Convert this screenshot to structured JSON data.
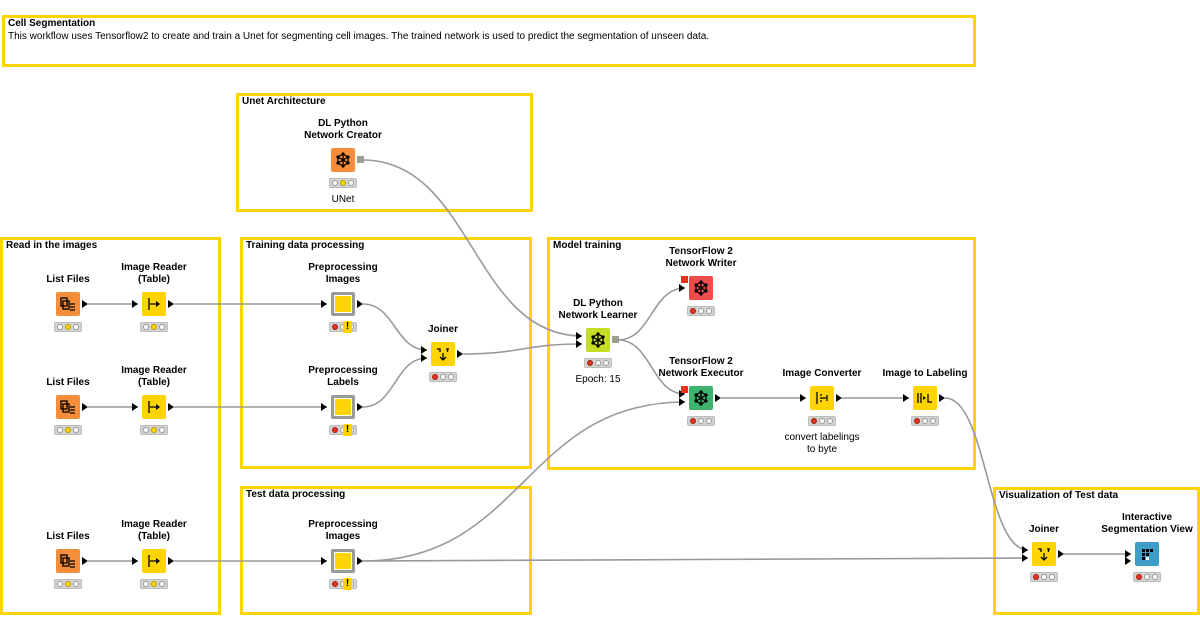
{
  "workflow": {
    "title": "Cell Segmentation",
    "description": "This workflow uses Tensorflow2 to create and train a Unet for segmenting cell images. The trained network is used to predict the segmentation of unseen data."
  },
  "colors": {
    "annotation_border": "#ffd400",
    "manipulator": "#ffd400",
    "source": "#f58e3b",
    "learner": "#c5dd25",
    "predictor": "#3fb46f",
    "sink": "#ef4d4d",
    "visualizer": "#3d9dc6",
    "light_red": "#e8321a",
    "light_yellow": "#ffd400",
    "connection": "#999999"
  },
  "annotations": [
    {
      "id": "unet",
      "title": "Unet Architecture"
    },
    {
      "id": "read",
      "title": "Read in the images"
    },
    {
      "id": "train",
      "title": "Training data processing"
    },
    {
      "id": "model",
      "title": "Model training"
    },
    {
      "id": "test",
      "title": "Test data processing"
    },
    {
      "id": "vis",
      "title": "Visualization of Test data"
    }
  ],
  "nodes": [
    {
      "id": "dlcreator",
      "name": [
        "DL Python",
        "Network Creator"
      ],
      "label": "UNet",
      "kind": "source",
      "icon": "network-icon",
      "status": "yellow"
    },
    {
      "id": "lf1",
      "name": [
        "List Files"
      ],
      "label": "",
      "kind": "source",
      "icon": "list-files-icon",
      "status": "yellow"
    },
    {
      "id": "ir1",
      "name": [
        "Image Reader",
        "(Table)"
      ],
      "label": "",
      "kind": "manipulator",
      "icon": "image-reader-icon",
      "status": "yellow"
    },
    {
      "id": "lf2",
      "name": [
        "List Files"
      ],
      "label": "",
      "kind": "source",
      "icon": "list-files-icon",
      "status": "yellow"
    },
    {
      "id": "ir2",
      "name": [
        "Image Reader",
        "(Table)"
      ],
      "label": "",
      "kind": "manipulator",
      "icon": "image-reader-icon",
      "status": "yellow"
    },
    {
      "id": "lf3",
      "name": [
        "List Files"
      ],
      "label": "",
      "kind": "source",
      "icon": "list-files-icon",
      "status": "yellow"
    },
    {
      "id": "ir3",
      "name": [
        "Image Reader",
        "(Table)"
      ],
      "label": "",
      "kind": "manipulator",
      "icon": "image-reader-icon",
      "status": "yellow"
    },
    {
      "id": "ppimg",
      "name": [
        "Preprocessing",
        "Images"
      ],
      "label": "",
      "kind": "metanode",
      "icon": "metanode-icon",
      "status": "warning"
    },
    {
      "id": "pplab",
      "name": [
        "Preprocessing",
        "Labels"
      ],
      "label": "",
      "kind": "metanode",
      "icon": "metanode-icon",
      "status": "warning"
    },
    {
      "id": "joiner1",
      "name": [
        "Joiner"
      ],
      "label": "",
      "kind": "manipulator",
      "icon": "joiner-icon",
      "status": "red"
    },
    {
      "id": "dllearner",
      "name": [
        "DL Python",
        "Network Learner"
      ],
      "label": "Epoch: 15",
      "kind": "learner",
      "icon": "network-icon",
      "status": "red"
    },
    {
      "id": "tfwriter",
      "name": [
        "TensorFlow 2",
        "Network Writer"
      ],
      "label": "",
      "kind": "sink",
      "icon": "network-icon",
      "status": "red"
    },
    {
      "id": "tfexec",
      "name": [
        "TensorFlow 2",
        "Network Executor"
      ],
      "label": "",
      "kind": "predictor",
      "icon": "network-icon",
      "status": "red"
    },
    {
      "id": "imgconv",
      "name": [
        "Image Converter"
      ],
      "label": "convert labelings to byte",
      "kind": "manipulator",
      "icon": "image-converter-icon",
      "status": "red"
    },
    {
      "id": "img2lab",
      "name": [
        "Image to Labeling"
      ],
      "label": "",
      "kind": "manipulator",
      "icon": "image-to-labeling-icon",
      "status": "red"
    },
    {
      "id": "pptest",
      "name": [
        "Preprocessing",
        "Images"
      ],
      "label": "",
      "kind": "metanode",
      "icon": "metanode-icon",
      "status": "warning"
    },
    {
      "id": "joiner2",
      "name": [
        "Joiner"
      ],
      "label": "",
      "kind": "manipulator",
      "icon": "joiner-icon",
      "status": "red"
    },
    {
      "id": "segview",
      "name": [
        "Interactive",
        "Segmentation View"
      ],
      "label": "",
      "kind": "visualizer",
      "icon": "segmentation-view-icon",
      "status": "red"
    }
  ],
  "connections": [
    [
      "lf1",
      "ir1"
    ],
    [
      "ir1",
      "ppimg"
    ],
    [
      "ppimg",
      "joiner1"
    ],
    [
      "lf2",
      "ir2"
    ],
    [
      "ir2",
      "pplab"
    ],
    [
      "pplab",
      "joiner1"
    ],
    [
      "joiner1",
      "dllearner"
    ],
    [
      "dlcreator",
      "dllearner"
    ],
    [
      "dllearner",
      "tfwriter"
    ],
    [
      "dllearner",
      "tfexec"
    ],
    [
      "tfexec",
      "imgconv"
    ],
    [
      "imgconv",
      "img2lab"
    ],
    [
      "lf3",
      "ir3"
    ],
    [
      "ir3",
      "pptest"
    ],
    [
      "pptest",
      "tfexec"
    ],
    [
      "pptest",
      "joiner2"
    ],
    [
      "img2lab",
      "joiner2"
    ],
    [
      "joiner2",
      "segview"
    ]
  ]
}
